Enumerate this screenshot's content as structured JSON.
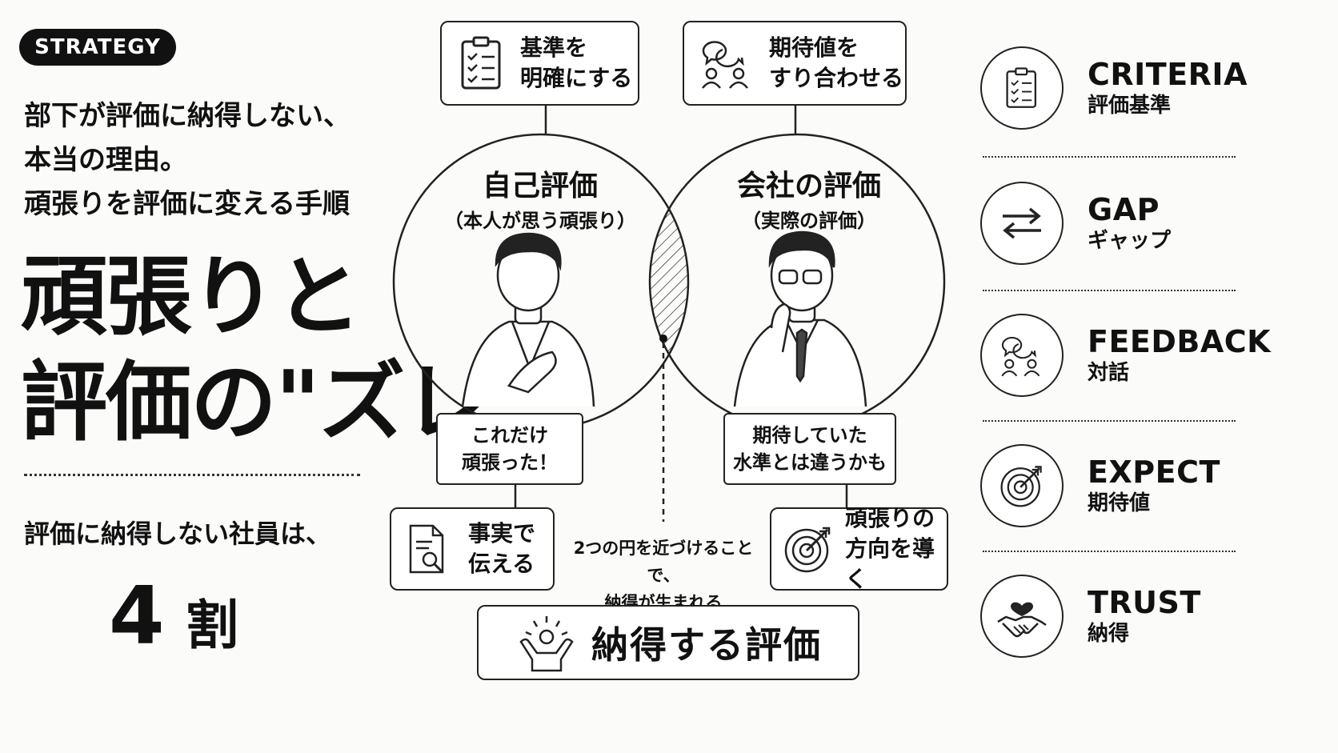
{
  "tag": "STRATEGY",
  "subtitle": [
    "部下が評価に納得しない、",
    "本当の理由。",
    "頑張りを評価に変える手順"
  ],
  "main_title": [
    "頑張りと",
    "評価の\"ズレ\""
  ],
  "stat": {
    "label": "評価に納得しない社員は、",
    "number": "4",
    "unit": "割"
  },
  "top_boxes": [
    {
      "lines": [
        "基準を",
        "明確にする"
      ],
      "icon": "clipboard-check-icon"
    },
    {
      "lines": [
        "期待値を",
        "すり合わせる"
      ],
      "icon": "dialogue-people-icon"
    }
  ],
  "venn": {
    "left": {
      "title": "自己評価",
      "sub": "（本人が思う頑張り）"
    },
    "right": {
      "title": "会社の評価",
      "sub": "（実際の評価）"
    }
  },
  "bubbles": [
    {
      "lines": [
        "これだけ",
        "頑張った！"
      ]
    },
    {
      "lines": [
        "期待していた",
        "水準とは違うかも"
      ]
    }
  ],
  "bottom_boxes": [
    {
      "lines": [
        "事実で",
        "伝える"
      ],
      "icon": "document-search-icon"
    },
    {
      "lines": [
        "頑張りの",
        "方向を導く"
      ],
      "icon": "target-arrow-icon"
    }
  ],
  "center_note": [
    "2つの円を近づけることで、",
    "納得が生まれる"
  ],
  "result": {
    "label": "納得する評価",
    "icon": "cheering-person-icon"
  },
  "right_items": [
    {
      "en": "CRITERIA",
      "jp": "評価基準",
      "icon": "clipboard-check-icon"
    },
    {
      "en": "GAP",
      "jp": "ギャップ",
      "icon": "opposite-arrows-icon"
    },
    {
      "en": "FEEDBACK",
      "jp": "対話",
      "icon": "dialogue-people-icon"
    },
    {
      "en": "EXPECT",
      "jp": "期待値",
      "icon": "target-arrow-icon"
    },
    {
      "en": "TRUST",
      "jp": "納得",
      "icon": "handshake-heart-icon"
    }
  ]
}
